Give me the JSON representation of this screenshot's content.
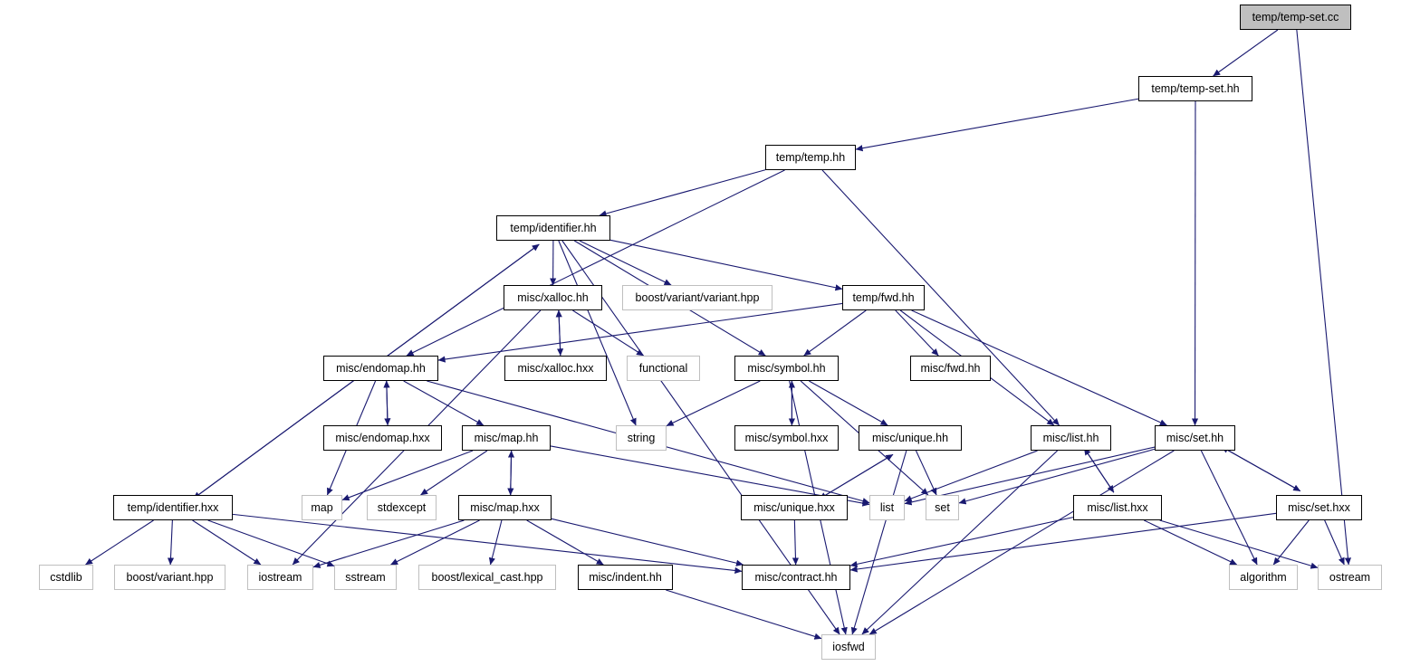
{
  "graph": {
    "edge_color": "#191970",
    "nodes": [
      {
        "id": "temp_set_cc",
        "label": "temp/temp-set.cc",
        "kind": "root"
      },
      {
        "id": "temp_set_hh",
        "label": "temp/temp-set.hh",
        "kind": "local"
      },
      {
        "id": "temp_hh",
        "label": "temp/temp.hh",
        "kind": "local"
      },
      {
        "id": "identifier_hh",
        "label": "temp/identifier.hh",
        "kind": "local"
      },
      {
        "id": "xalloc_hh",
        "label": "misc/xalloc.hh",
        "kind": "local"
      },
      {
        "id": "boost_variant_variant",
        "label": "boost/variant/variant.hpp",
        "kind": "external"
      },
      {
        "id": "fwd_hh_temp",
        "label": "temp/fwd.hh",
        "kind": "local"
      },
      {
        "id": "endomap_hh",
        "label": "misc/endomap.hh",
        "kind": "local"
      },
      {
        "id": "xalloc_hxx",
        "label": "misc/xalloc.hxx",
        "kind": "local"
      },
      {
        "id": "functional",
        "label": "functional",
        "kind": "external"
      },
      {
        "id": "symbol_hh",
        "label": "misc/symbol.hh",
        "kind": "local"
      },
      {
        "id": "misc_fwd_hh",
        "label": "misc/fwd.hh",
        "kind": "local"
      },
      {
        "id": "endomap_hxx",
        "label": "misc/endomap.hxx",
        "kind": "local"
      },
      {
        "id": "map_hh",
        "label": "misc/map.hh",
        "kind": "local"
      },
      {
        "id": "string",
        "label": "string",
        "kind": "external"
      },
      {
        "id": "symbol_hxx",
        "label": "misc/symbol.hxx",
        "kind": "local"
      },
      {
        "id": "unique_hh",
        "label": "misc/unique.hh",
        "kind": "local"
      },
      {
        "id": "list_hh",
        "label": "misc/list.hh",
        "kind": "local"
      },
      {
        "id": "set_hh",
        "label": "misc/set.hh",
        "kind": "local"
      },
      {
        "id": "identifier_hxx",
        "label": "temp/identifier.hxx",
        "kind": "local"
      },
      {
        "id": "map",
        "label": "map",
        "kind": "external"
      },
      {
        "id": "stdexcept",
        "label": "stdexcept",
        "kind": "external"
      },
      {
        "id": "map_hxx",
        "label": "misc/map.hxx",
        "kind": "local"
      },
      {
        "id": "list",
        "label": "list",
        "kind": "external"
      },
      {
        "id": "set",
        "label": "set",
        "kind": "external"
      },
      {
        "id": "unique_hxx",
        "label": "misc/unique.hxx",
        "kind": "local"
      },
      {
        "id": "list_hxx",
        "label": "misc/list.hxx",
        "kind": "local"
      },
      {
        "id": "set_hxx",
        "label": "misc/set.hxx",
        "kind": "local"
      },
      {
        "id": "cstdlib",
        "label": "cstdlib",
        "kind": "external"
      },
      {
        "id": "boost_variant",
        "label": "boost/variant.hpp",
        "kind": "external"
      },
      {
        "id": "iostream",
        "label": "iostream",
        "kind": "external"
      },
      {
        "id": "sstream",
        "label": "sstream",
        "kind": "external"
      },
      {
        "id": "boost_lexical_cast",
        "label": "boost/lexical_cast.hpp",
        "kind": "external"
      },
      {
        "id": "indent_hh",
        "label": "misc/indent.hh",
        "kind": "local"
      },
      {
        "id": "contract_hh",
        "label": "misc/contract.hh",
        "kind": "local"
      },
      {
        "id": "algorithm",
        "label": "algorithm",
        "kind": "external"
      },
      {
        "id": "ostream",
        "label": "ostream",
        "kind": "external"
      },
      {
        "id": "iosfwd",
        "label": "iosfwd",
        "kind": "external"
      }
    ],
    "edges": [
      [
        "temp_set_cc",
        "temp_set_hh"
      ],
      [
        "temp_set_cc",
        "ostream"
      ],
      [
        "temp_set_hh",
        "temp_hh"
      ],
      [
        "temp_set_hh",
        "set_hh"
      ],
      [
        "temp_hh",
        "identifier_hh"
      ],
      [
        "temp_hh",
        "endomap_hh"
      ],
      [
        "temp_hh",
        "list_hh"
      ],
      [
        "identifier_hh",
        "xalloc_hh"
      ],
      [
        "identifier_hh",
        "boost_variant_variant"
      ],
      [
        "identifier_hh",
        "fwd_hh_temp"
      ],
      [
        "identifier_hh",
        "symbol_hh"
      ],
      [
        "identifier_hh",
        "string"
      ],
      [
        "identifier_hh",
        "iosfwd"
      ],
      [
        "identifier_hh",
        "identifier_hxx"
      ],
      [
        "identifier_hxx",
        "identifier_hh"
      ],
      [
        "xalloc_hh",
        "xalloc_hxx"
      ],
      [
        "xalloc_hxx",
        "xalloc_hh"
      ],
      [
        "xalloc_hh",
        "functional"
      ],
      [
        "xalloc_hh",
        "iostream"
      ],
      [
        "fwd_hh_temp",
        "endomap_hh"
      ],
      [
        "fwd_hh_temp",
        "symbol_hh"
      ],
      [
        "fwd_hh_temp",
        "misc_fwd_hh"
      ],
      [
        "fwd_hh_temp",
        "list_hh"
      ],
      [
        "fwd_hh_temp",
        "set_hh"
      ],
      [
        "endomap_hh",
        "endomap_hxx"
      ],
      [
        "endomap_hxx",
        "endomap_hh"
      ],
      [
        "endomap_hh",
        "map_hh"
      ],
      [
        "endomap_hh",
        "map"
      ],
      [
        "endomap_hh",
        "list"
      ],
      [
        "symbol_hh",
        "symbol_hxx"
      ],
      [
        "symbol_hxx",
        "symbol_hh"
      ],
      [
        "symbol_hh",
        "string"
      ],
      [
        "symbol_hh",
        "unique_hh"
      ],
      [
        "symbol_hh",
        "set"
      ],
      [
        "symbol_hh",
        "iosfwd"
      ],
      [
        "map_hh",
        "map"
      ],
      [
        "map_hh",
        "stdexcept"
      ],
      [
        "map_hh",
        "map_hxx"
      ],
      [
        "map_hxx",
        "map_hh"
      ],
      [
        "map_hh",
        "list"
      ],
      [
        "unique_hh",
        "set"
      ],
      [
        "unique_hh",
        "unique_hxx"
      ],
      [
        "unique_hxx",
        "unique_hh"
      ],
      [
        "unique_hh",
        "iosfwd"
      ],
      [
        "list_hh",
        "list"
      ],
      [
        "list_hh",
        "list_hxx"
      ],
      [
        "list_hxx",
        "list_hh"
      ],
      [
        "list_hh",
        "iosfwd"
      ],
      [
        "set_hh",
        "list"
      ],
      [
        "set_hh",
        "set"
      ],
      [
        "set_hh",
        "set_hxx"
      ],
      [
        "set_hxx",
        "set_hh"
      ],
      [
        "set_hh",
        "algorithm"
      ],
      [
        "set_hh",
        "iosfwd"
      ],
      [
        "identifier_hxx",
        "cstdlib"
      ],
      [
        "identifier_hxx",
        "boost_variant"
      ],
      [
        "identifier_hxx",
        "iostream"
      ],
      [
        "identifier_hxx",
        "sstream"
      ],
      [
        "identifier_hxx",
        "contract_hh"
      ],
      [
        "map_hxx",
        "iostream"
      ],
      [
        "map_hxx",
        "sstream"
      ],
      [
        "map_hxx",
        "boost_lexical_cast"
      ],
      [
        "map_hxx",
        "indent_hh"
      ],
      [
        "map_hxx",
        "contract_hh"
      ],
      [
        "unique_hxx",
        "contract_hh"
      ],
      [
        "list_hxx",
        "contract_hh"
      ],
      [
        "list_hxx",
        "algorithm"
      ],
      [
        "list_hxx",
        "ostream"
      ],
      [
        "set_hxx",
        "contract_hh"
      ],
      [
        "set_hxx",
        "algorithm"
      ],
      [
        "set_hxx",
        "ostream"
      ],
      [
        "indent_hh",
        "iosfwd"
      ]
    ]
  }
}
